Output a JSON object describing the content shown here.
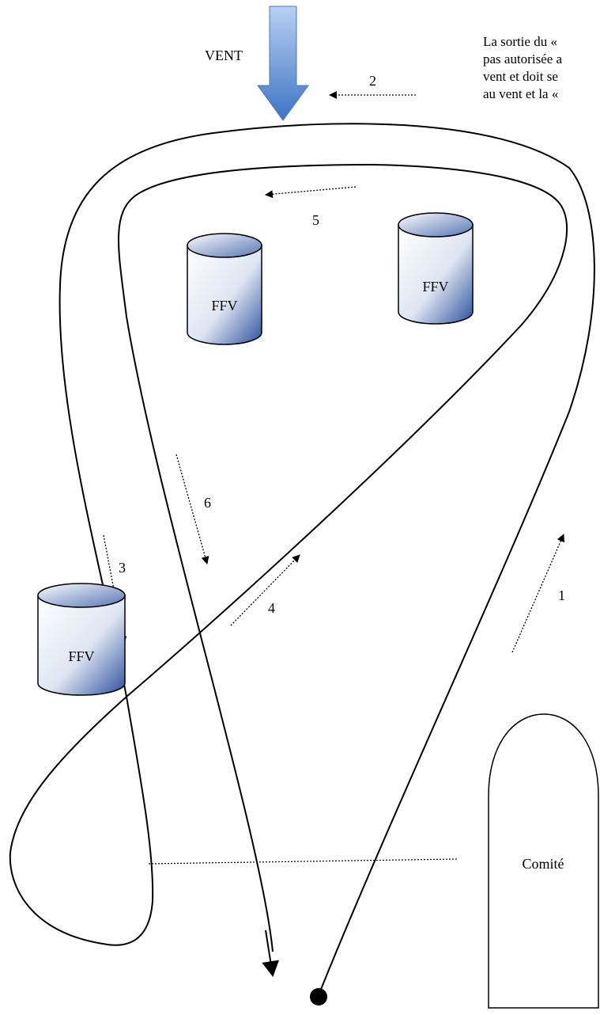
{
  "wind_label": "VENT",
  "note_lines": [
    "La sortie du «",
    "pas autorisée a",
    "vent et doit se",
    "au vent et la «"
  ],
  "step_labels": [
    "1",
    "2",
    "3",
    "4",
    "5",
    "6"
  ],
  "buoy_label": "FFV",
  "committee_label": "Comité"
}
